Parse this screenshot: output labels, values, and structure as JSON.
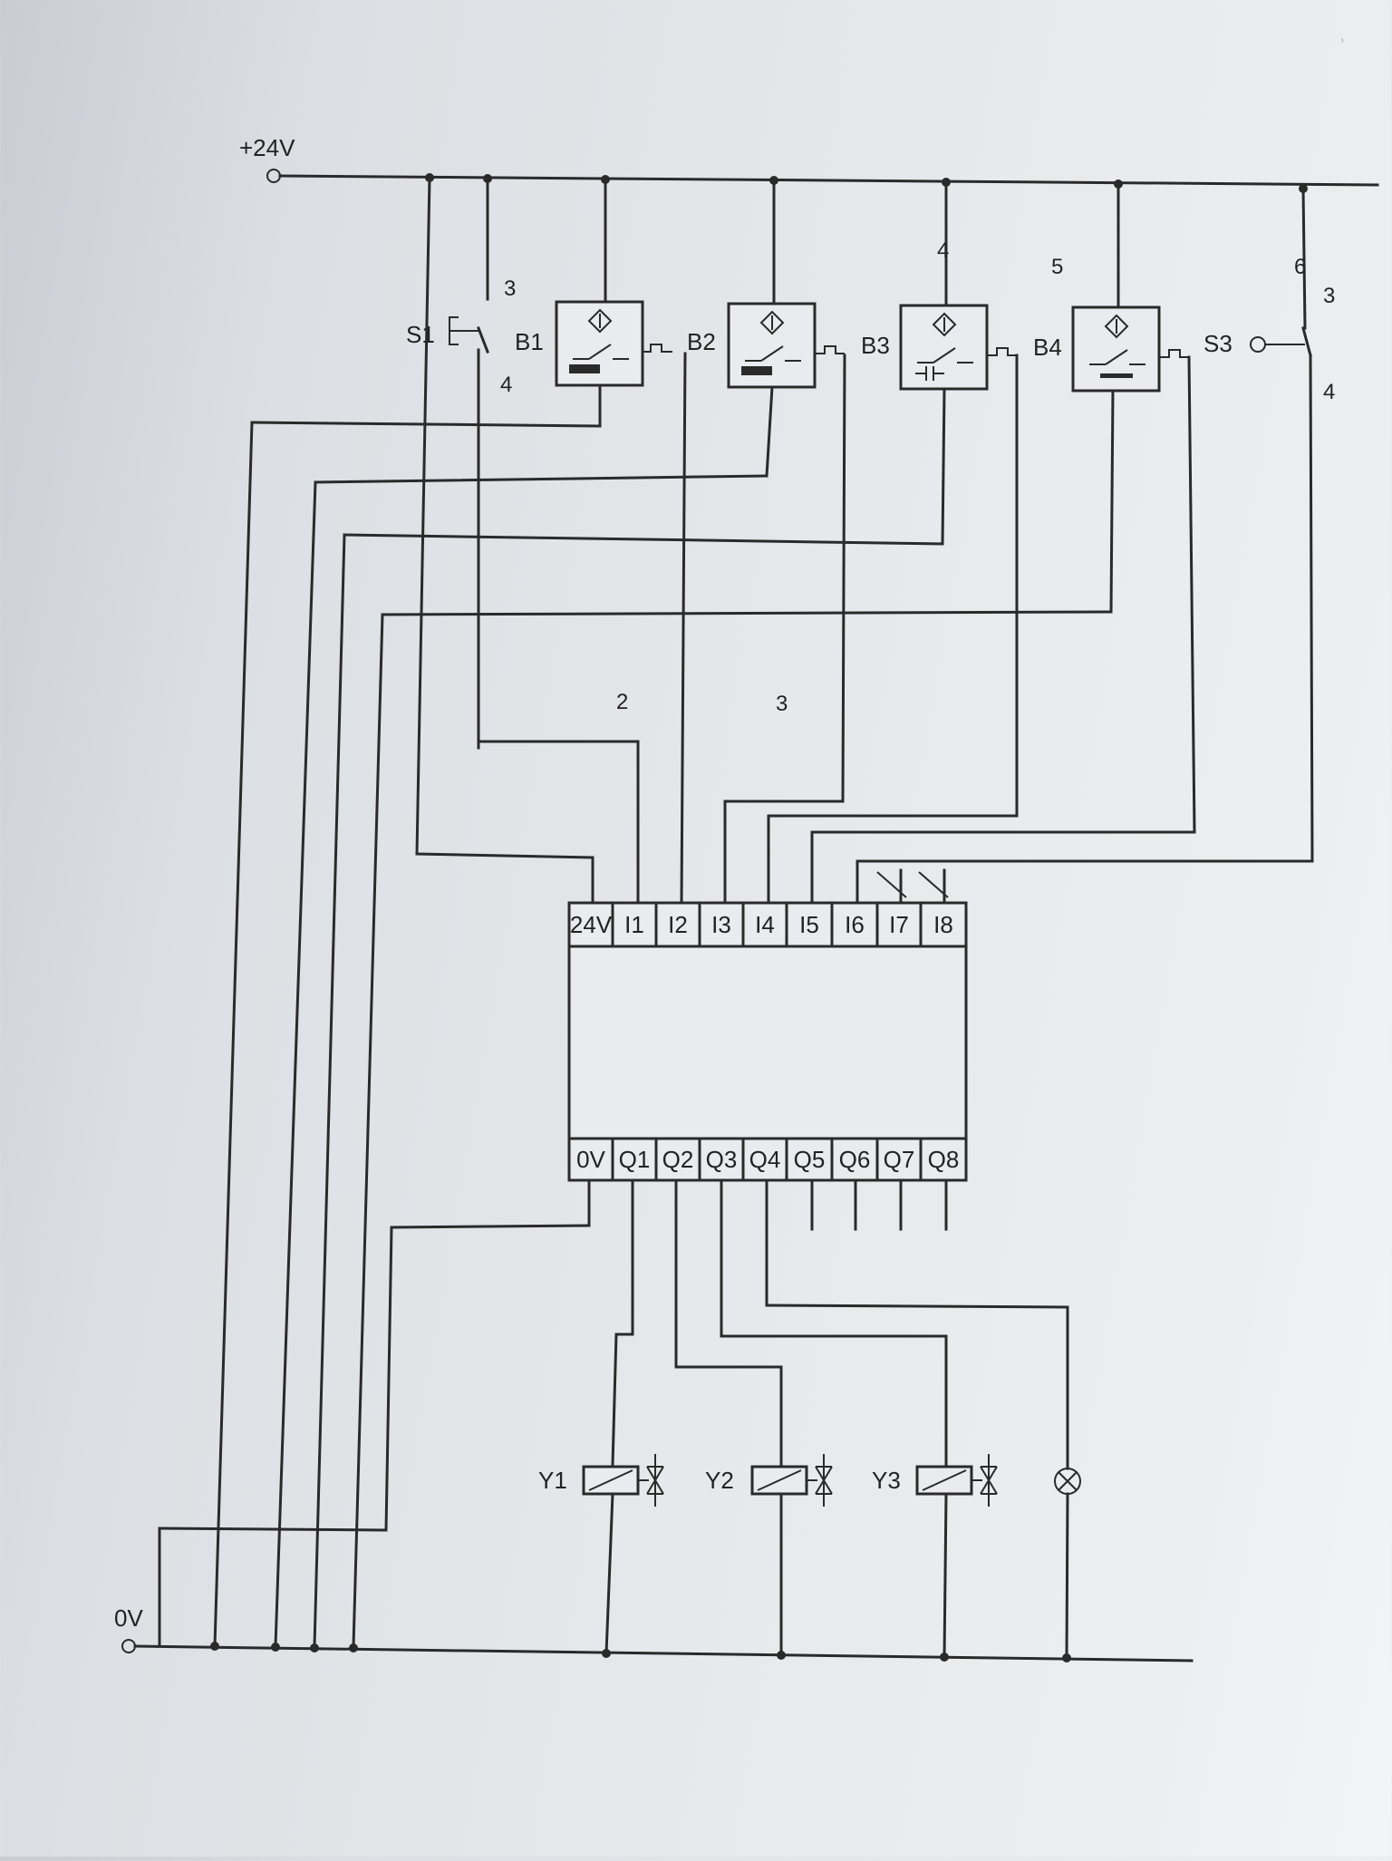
{
  "rails": {
    "plus": "+24V",
    "minus": "0V"
  },
  "switches": {
    "s1": "S1",
    "s3": "S3"
  },
  "sensors": [
    "B1",
    "B2",
    "B3",
    "B4"
  ],
  "wire_numbers": {
    "s1_top": "3",
    "s1_bottom": "4",
    "b3_top": "4",
    "b4_top": "5",
    "s3_mark": "6",
    "s3_top": "3",
    "s3_bottom": "4",
    "mid_left": "2",
    "mid_right": "3"
  },
  "plc": {
    "inputs": [
      "24V",
      "I1",
      "I2",
      "I3",
      "I4",
      "I5",
      "I6",
      "I7",
      "I8"
    ],
    "outputs": [
      "0V",
      "Q1",
      "Q2",
      "Q3",
      "Q4",
      "Q5",
      "Q6",
      "Q7",
      "Q8"
    ]
  },
  "actuators": [
    "Y1",
    "Y2",
    "Y3"
  ],
  "icons": [
    "switch-icon",
    "proximity-sensor-icon",
    "pulse-output-icon",
    "solenoid-coil-icon",
    "valve-icon",
    "lamp-icon"
  ]
}
